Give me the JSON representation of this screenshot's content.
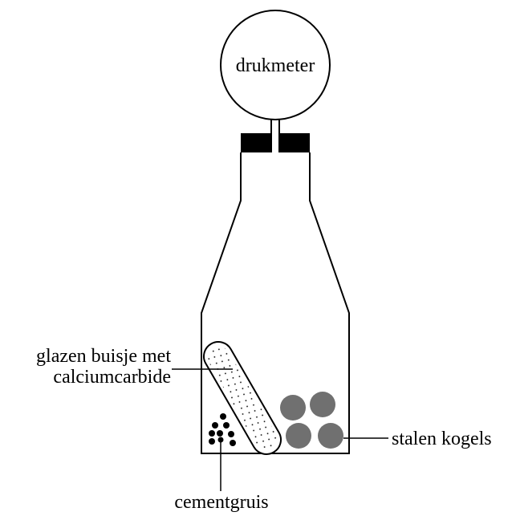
{
  "labels": {
    "pressure_gauge": "drukmeter",
    "glass_tube_line1": "glazen buisje met",
    "glass_tube_line2": "calciumcarbide",
    "steel_balls": "stalen kogels",
    "cement_grit": "cementgruis"
  }
}
